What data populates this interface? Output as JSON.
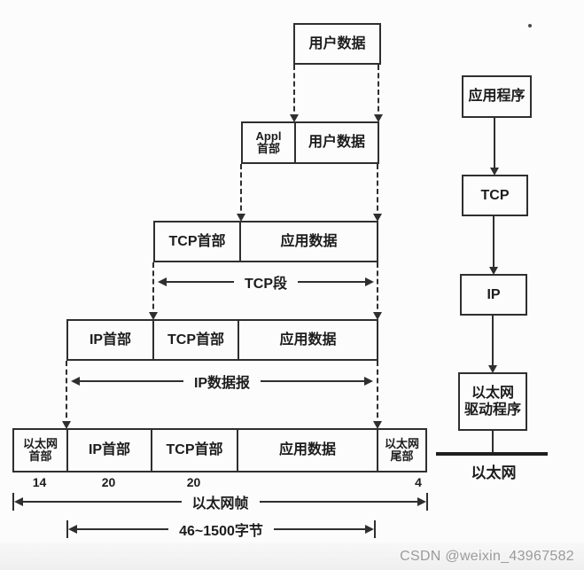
{
  "colors": {
    "ink": "#2f2f2f",
    "paper": "#fcfcfc",
    "watermark_text": "#9b9b9b",
    "watermark_bar": "#f1f1f1"
  },
  "stack": {
    "rows": [
      {
        "cells": [
          {
            "lines": [
              "用户数据"
            ]
          }
        ]
      },
      {
        "cells": [
          {
            "lines": [
              "Appl",
              "首部"
            ]
          },
          {
            "lines": [
              "用户数据"
            ]
          }
        ]
      },
      {
        "cells": [
          {
            "lines": [
              "TCP首部"
            ]
          },
          {
            "lines": [
              "应用数据"
            ]
          }
        ]
      },
      {
        "cells": [
          {
            "lines": [
              "IP首部"
            ]
          },
          {
            "lines": [
              "TCP首部"
            ]
          },
          {
            "lines": [
              "应用数据"
            ]
          }
        ]
      },
      {
        "cells": [
          {
            "lines": [
              "以太网",
              "首部"
            ]
          },
          {
            "lines": [
              "IP首部"
            ]
          },
          {
            "lines": [
              "TCP首部"
            ]
          },
          {
            "lines": [
              "应用数据"
            ]
          },
          {
            "lines": [
              "以太网",
              "尾部"
            ]
          }
        ]
      }
    ],
    "byte_counts": [
      "14",
      "20",
      "20",
      "4"
    ],
    "spans": {
      "tcp_segment": "TCP段",
      "ip_datagram": "IP数据报",
      "ethernet_frame": "以太网帧",
      "data_size": "46~1500字节"
    }
  },
  "protocol_stack": {
    "boxes": [
      {
        "lines": [
          "应用程序"
        ]
      },
      {
        "lines": [
          "TCP"
        ]
      },
      {
        "lines": [
          "IP"
        ]
      },
      {
        "lines": [
          "以太网",
          "驱动程序"
        ]
      }
    ],
    "network_label": "以太网"
  },
  "watermark": "CSDN @weixin_43967582"
}
